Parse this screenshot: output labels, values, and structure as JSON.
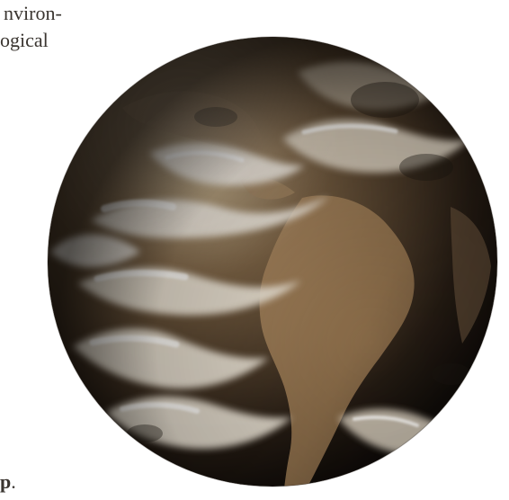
{
  "text": {
    "top_line_1": "nviron-",
    "top_line_2": "ogical",
    "bottom_line_bold": "p",
    "bottom_line_period": "."
  },
  "image": {
    "subject": "earth-globe",
    "colors": {
      "sepia_dark": "#2a2016",
      "sepia_mid": "#7b6446",
      "sepia_light": "#d8c8a8",
      "cloud_white": "#f4efe4",
      "background": "#ffffff"
    }
  }
}
